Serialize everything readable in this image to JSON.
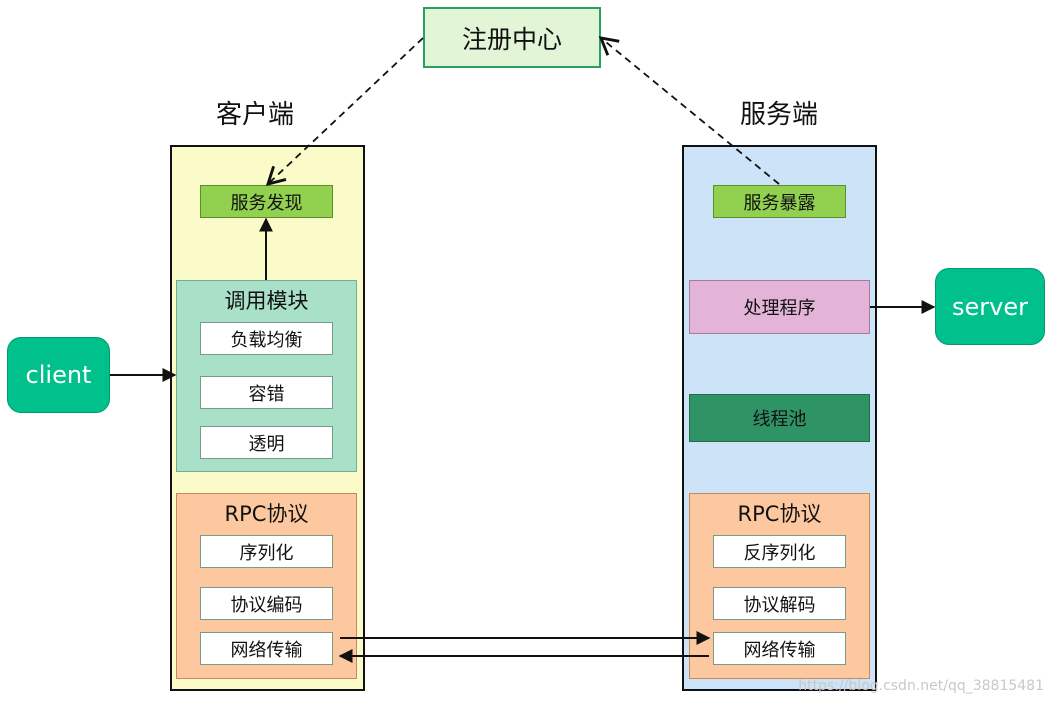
{
  "registry": {
    "label": "注册中心"
  },
  "client_side": {
    "heading": "客户端",
    "discovery": "服务发现",
    "invoke_module": {
      "title": "调用模块",
      "items": [
        "负载均衡",
        "容错",
        "透明"
      ]
    },
    "rpc": {
      "title": "RPC协议",
      "items": [
        "序列化",
        "协议编码",
        "网络传输"
      ]
    }
  },
  "server_side": {
    "heading": "服务端",
    "exposure": "服务暴露",
    "handler": "处理程序",
    "thread_pool": "线程池",
    "rpc": {
      "title": "RPC协议",
      "items": [
        "反序列化",
        "协议解码",
        "网络传输"
      ]
    }
  },
  "external": {
    "client": "client",
    "server": "server"
  },
  "watermark": "https://blog.csdn.net/qq_38815481",
  "colors": {
    "registry_fill": "#e2f5d6",
    "client_panel": "#fbfbc9",
    "server_panel": "#cce3f8",
    "invoke_fill": "#a9e0c8",
    "rpc_fill": "#fdc8a0",
    "service_green": "#92d050",
    "handler_fill": "#e3b4d8",
    "thread_pool_fill": "#2e9466",
    "pill_fill": "#00c08b"
  }
}
